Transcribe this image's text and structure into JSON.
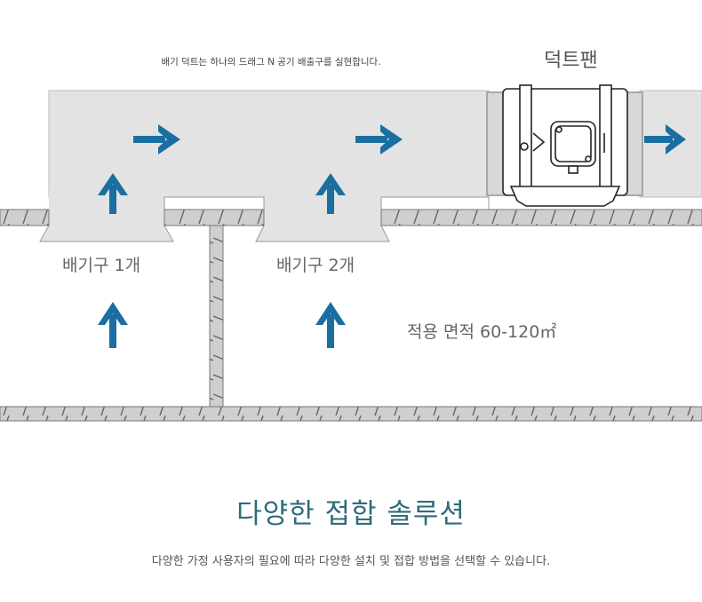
{
  "diagram": {
    "caption": "배기 덕트는 하나의 드래그 N 공기 배출구를 실현합니다.",
    "fan_label": "덕트팬",
    "outlet_1_label": "배기구 1개",
    "outlet_2_label": "배기구 2개",
    "area_label": "적용 면적 60-120㎡"
  },
  "section": {
    "heading": "다양한 접합 솔루션",
    "subtitle": "다양한 가정 사용자의 필요에 따라 다양한 설치 및 접합 방법을 선택할 수 있습니다."
  },
  "colors": {
    "arrow": "#1a6fa0",
    "duct": "#e3e3e3",
    "heading": "#2f6b7c"
  }
}
